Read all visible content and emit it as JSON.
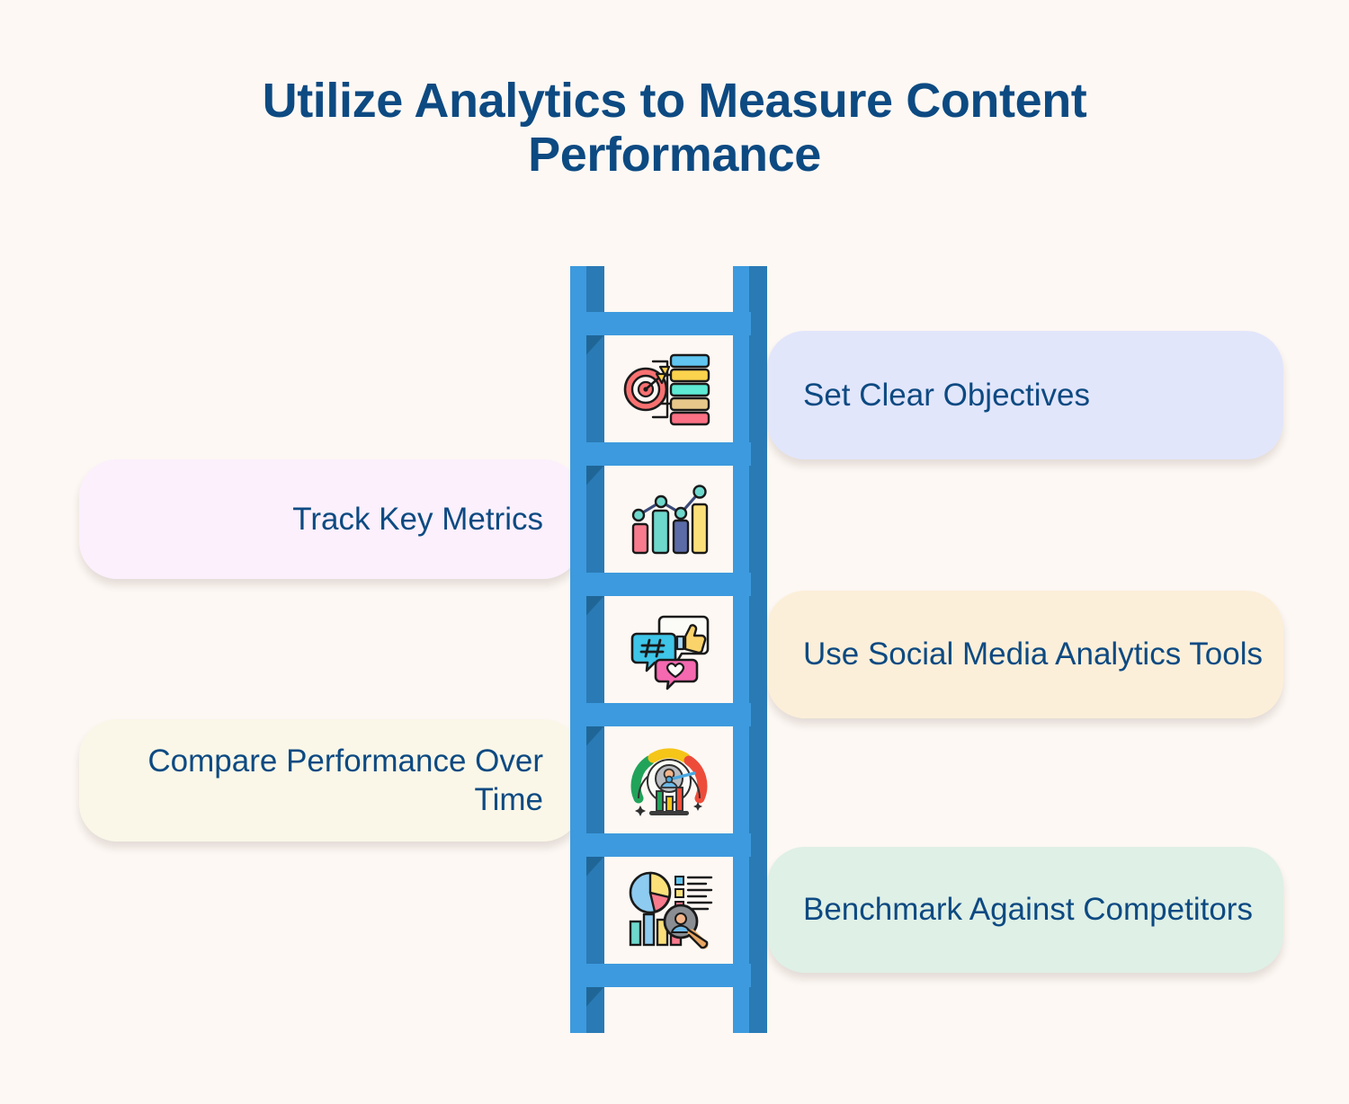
{
  "page": {
    "background_color": "#fdf8f4",
    "title": "Utilize Analytics to Measure Content Performance",
    "title_color": "#0d4a82"
  },
  "ladder": {
    "rail_color": "#3d9ade",
    "rail_shadow_color": "#2a7ab5",
    "rung_count": 6,
    "cell_count": 5
  },
  "steps": [
    {
      "label": "Set Clear Objectives",
      "side": "right",
      "card_color": "#e2e6fb",
      "icon": "target-objectives-icon"
    },
    {
      "label": "Track Key Metrics",
      "side": "left",
      "card_color": "#fbf0fc",
      "icon": "bar-line-chart-icon"
    },
    {
      "label": "Use Social Media Analytics Tools",
      "side": "right",
      "card_color": "#fcefd9",
      "icon": "social-engagement-bubbles-icon"
    },
    {
      "label": "Compare Performance Over Time",
      "side": "left",
      "card_color": "#faf7e8",
      "icon": "gauge-performance-icon"
    },
    {
      "label": "Benchmark Against Competitors",
      "side": "right",
      "card_color": "#dff0e6",
      "icon": "pie-chart-magnifier-icon"
    }
  ]
}
